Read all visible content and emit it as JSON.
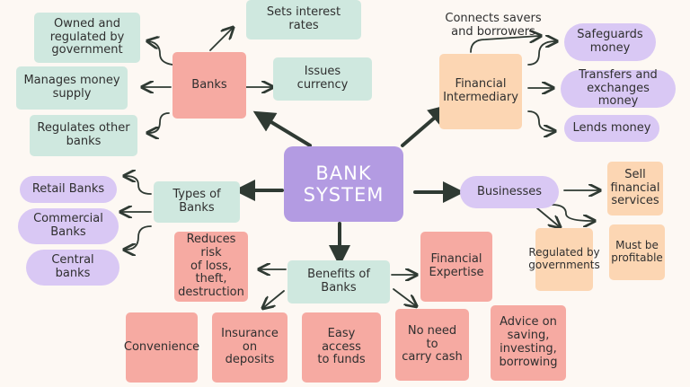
{
  "center": "BANK\nSYSTEM",
  "colors": {
    "center": "#b39be2",
    "mint": "#cfe8df",
    "pink": "#f6aaa2",
    "peach": "#fcd6b3",
    "lilac": "#d9c8f4",
    "arrow": "#2f3a33"
  },
  "banks": {
    "label": "Banks",
    "owned": "Owned and\nregulated by\ngovernment",
    "manages": "Manages money\nsupply",
    "regulates": "Regulates other\nbanks",
    "sets_rates": "Sets interest rates",
    "issues": "Issues currency"
  },
  "intermediary": {
    "label": "Financial\nIntermediary",
    "connects": "Connects savers\nand borrowers",
    "safeguards": "Safeguards\nmoney",
    "transfers": "Transfers and\nexchanges money",
    "lends": "Lends money"
  },
  "types": {
    "label": "Types of\nBanks",
    "retail": "Retail Banks",
    "commercial": "Commercial\nBanks",
    "central": "Central\nbanks"
  },
  "businesses": {
    "label": "Businesses",
    "sell": "Sell\nfinancial\nservices",
    "regulated": "Regulated by\ngovernments",
    "profitable": "Must be\nprofitable"
  },
  "benefits": {
    "label": "Benefits of\nBanks",
    "reduces": "Reduces risk\nof loss,\ntheft,\ndestruction",
    "expertise": "Financial\nExpertise",
    "convenience": "Convenience",
    "insurance": "Insurance on\ndeposits",
    "access": "Easy access\nto funds",
    "no_cash": "No need to\ncarry cash",
    "advice": "Advice on\nsaving,\ninvesting,\nborrowing"
  }
}
